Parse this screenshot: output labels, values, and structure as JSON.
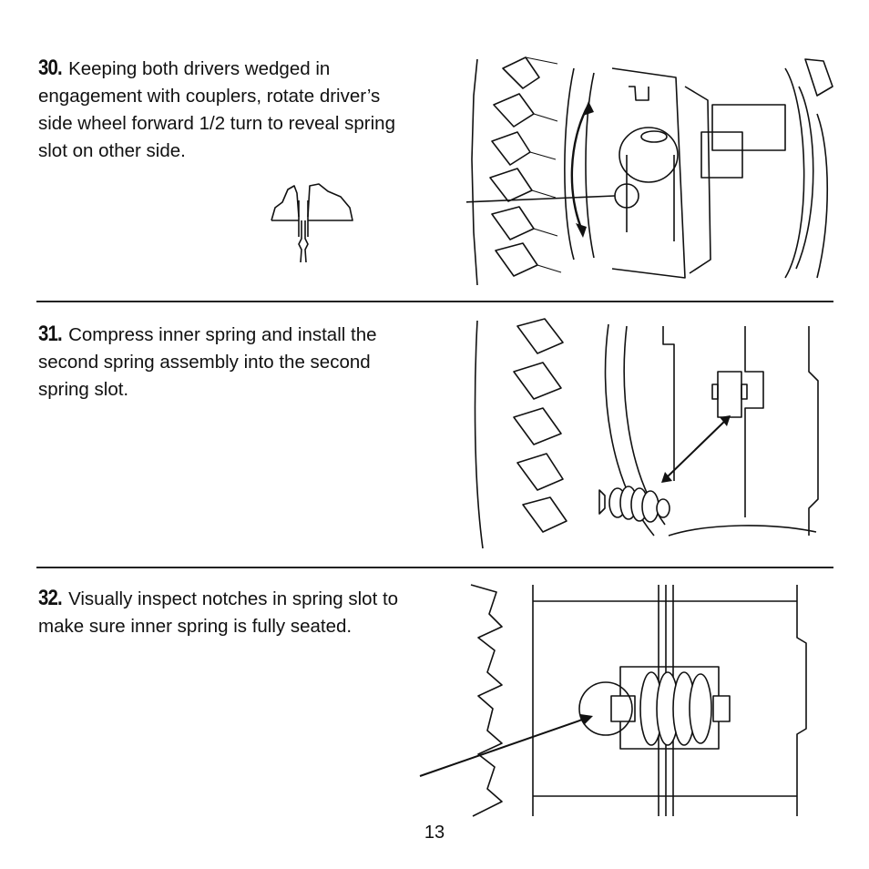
{
  "steps": [
    {
      "number": "30.",
      "text": "Keeping both drivers wedged in engagement with couplers, rotate driver’s side wheel forward 1/2 turn to reveal spring slot on other side."
    },
    {
      "number": "31.",
      "text": "Compress inner spring and install the second spring assembly into the second spring slot."
    },
    {
      "number": "32.",
      "text": "Visually inspect notches in spring slot to make sure inner spring is fully seated."
    }
  ],
  "page_number": "13",
  "figures": [
    {
      "icon": "differential-rotation-arrow-illustration"
    },
    {
      "icon": "spring-assembly-install-illustration"
    },
    {
      "icon": "seated-spring-inspection-illustration"
    }
  ]
}
